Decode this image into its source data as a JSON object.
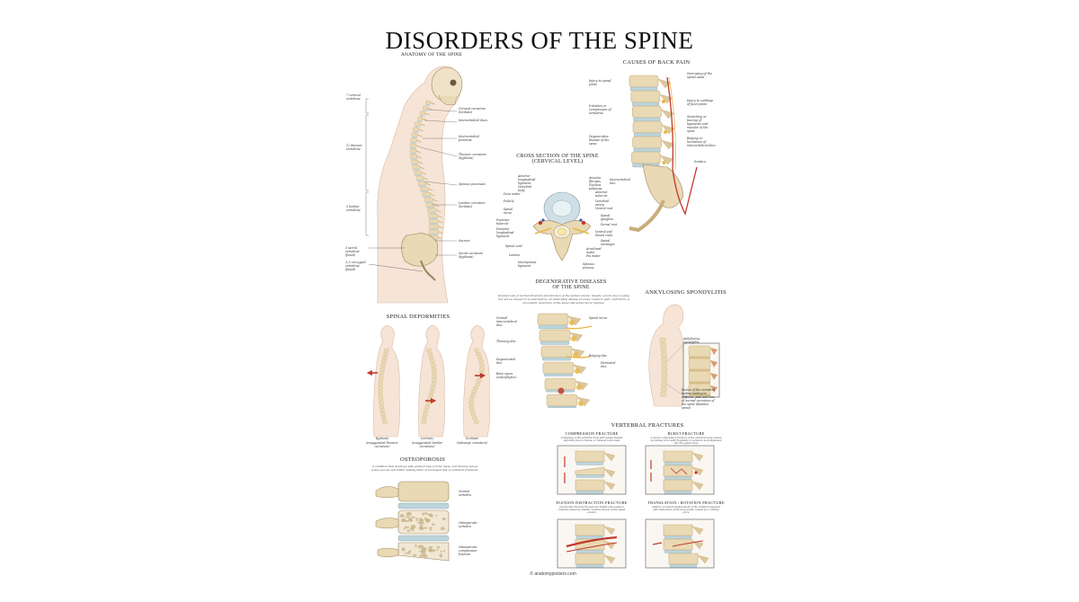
{
  "poster": {
    "title": "DISORDERS OF THE SPINE",
    "footer": "© anatomyposters.com",
    "colors": {
      "bone": "#e9d9b4",
      "bone_dark": "#c9ad7a",
      "skin": "#f6e4d6",
      "disc": "#bcd5dc",
      "red": "#c0392b",
      "yellow": "#e8b84a"
    }
  },
  "sections": {
    "anatomy": {
      "title": "ANATOMY OF THE SPINE",
      "left_labels": [
        "7 cervical vertebrae",
        "12 thoracic vertebrae",
        "5 lumbar vertebrae",
        "5 sacral vertebrae (fused)",
        "3–5 coccygeal vertebrae (fused)"
      ],
      "right_labels": [
        "Cervical curvature (lordosis)",
        "Intervertebral discs",
        "Intervertebral foramina",
        "Thoracic curvature (kyphosis)",
        "Spinous processes",
        "Lumbar curvature (lordosis)",
        "Sacrum",
        "Sacral curvature (kyphosis)"
      ]
    },
    "causes": {
      "title": "CAUSES OF BACK PAIN",
      "left_labels": [
        "Injury to spinal joints",
        "Irritation or compression of vertebrae",
        "Degenerative disease of the spine"
      ],
      "right_labels": [
        "Narrowing of the spinal canal",
        "Injury to cartilage of facet joints",
        "Stretching or tearing of ligaments and muscles of the spine",
        "Bulging or herniation of intervertebral discs",
        "Sciatica"
      ]
    },
    "cross": {
      "title": "CROSS SECTION OF THE SPINE\n(CERVICAL LEVEL)",
      "left_labels": [
        "Anterior longitudinal ligament",
        "Vertebral body",
        "Dura mater",
        "Pedicle",
        "Spinal nerve",
        "Posterior tubercle",
        "Posterior longitudinal ligament",
        "Spinal cord",
        "Lamina",
        "Interspinous ligament"
      ],
      "right_labels": [
        "Annulus fibrosus",
        "Nucleus pulposus",
        "Intervertebral disc",
        "Anterior tubercle",
        "Vertebral artery",
        "Ventral root",
        "Spinal ganglion",
        "Dorsal root",
        "Ventral and dorsal roots",
        "Spinal meninges",
        "Arachnoid mater",
        "Pia mater",
        "Spinous process"
      ]
    },
    "degenerative": {
      "title": "DEGENERATIVE DISEASES\nOF THE SPINE",
      "text": "Gradual loss of normal structure and function of the spinal column. Usually occurs due to aging but can be caused or accelerated by an underlying disease process. Leads to pain, restriction of movement, deformity of the spine and spinal nerve injuries.",
      "left_labels": [
        "Normal intervertebral disc",
        "Thinning disc",
        "Degenerated disc",
        "Bone spurs (osteophytes)"
      ],
      "right_labels": [
        "Spinal nerve",
        "Bulging disc",
        "Herniated disc"
      ]
    },
    "ankylosing": {
      "title": "ANKYLOSING SPONDYLITIS",
      "labels": [
        "Ankylosing spondylitis",
        "Fusion of the vertebral bodies leading to stiffness, pain and loss of normal curvature of the spine (Bamboo spine)"
      ]
    },
    "deformities": {
      "title": "SPINAL DEFORMITIES",
      "figures": [
        {
          "name": "Kyphosis",
          "caption": "(exaggerated thoracic curvature)"
        },
        {
          "name": "Lordosis",
          "caption": "(exaggerated lumbar curvature)"
        },
        {
          "name": "Scoliosis",
          "caption": "(sideways curvature)"
        }
      ]
    },
    "osteoporosis": {
      "title": "OSTEOPOROSIS",
      "text": "A condition that develops with gradual loss of bone mass, and thereby leaves bones porous and brittle making them at increased risk of vertebral fractures.",
      "labels": [
        "Normal vertebra",
        "Osteoporotic vertebra",
        "Osteoporotic compression fracture"
      ]
    },
    "fractures": {
      "title": "VERTEBRAL FRACTURES",
      "panels": [
        {
          "title": "COMPRESSION FRACTURE",
          "text": "Collapsing of the vertebral body with wedge shaped deformity due to trauma or reduced bone mass"
        },
        {
          "title": "BURST FRACTURE",
          "text": "A severe compression fracture of the vertebral body caused by intense force with fragments of vertebral body displaced into the spinal canal"
        },
        {
          "title": "FLEXION DISTRACTION FRACTURE",
          "text": "A horizontal fracture through the middle and posterior columns caused by sudden, extreme flexion of the spinal column"
        },
        {
          "title": "TRANSLATION / ROTATION FRACTURE",
          "text": "Anterior or lateral displacement of the vertebral segment with dislocation of the facet joints, caused by a rotating force"
        }
      ]
    }
  }
}
